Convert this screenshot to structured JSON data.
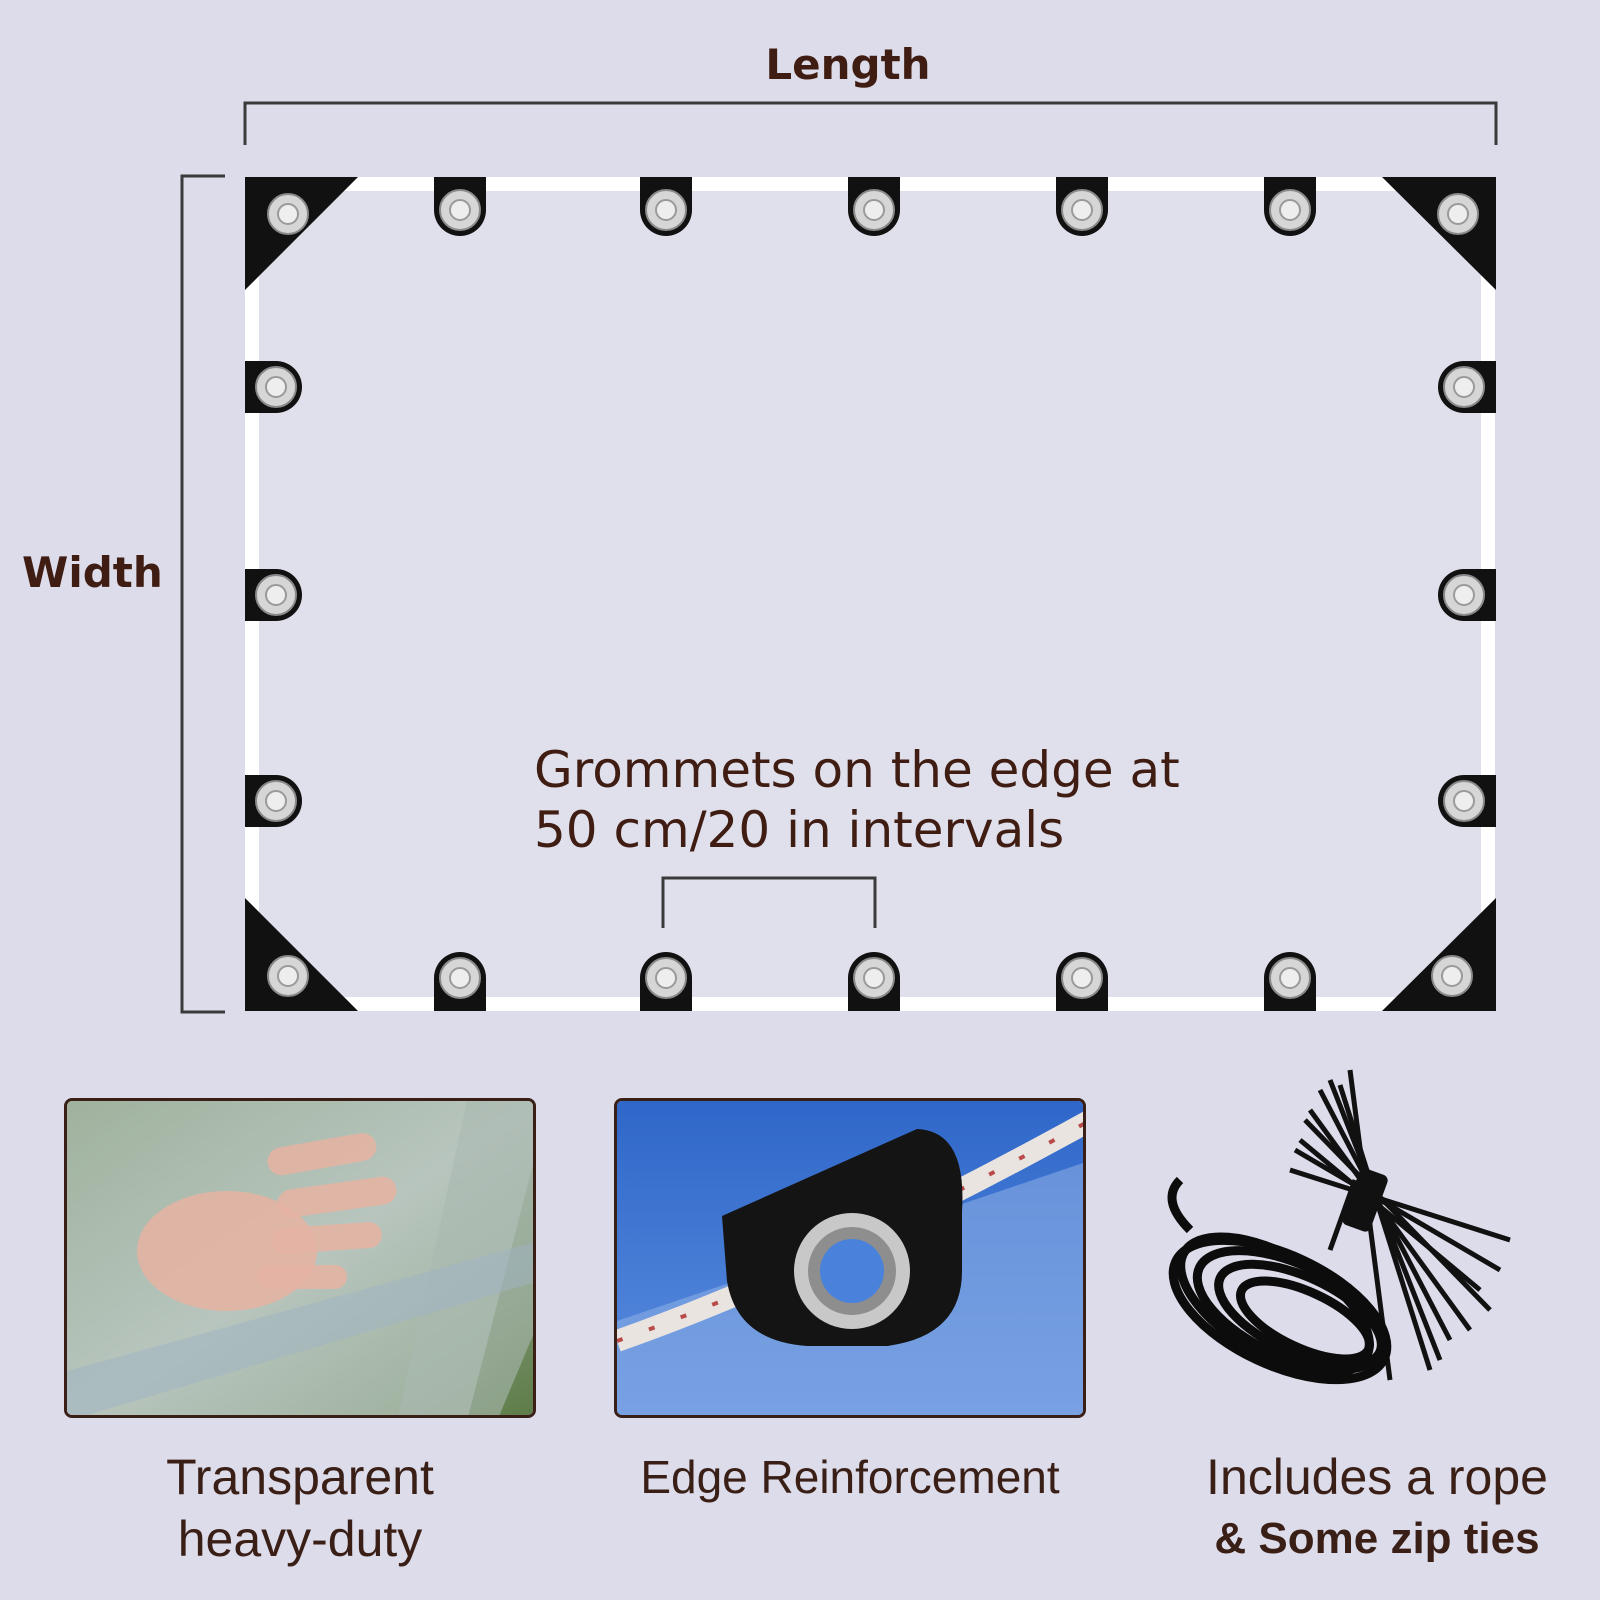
{
  "diagram": {
    "length_label": "Length",
    "width_label": "Width",
    "grommet_note_line1": "Grommets on the edge at",
    "grommet_note_line2": "50 cm/20 in intervals"
  },
  "features": [
    {
      "caption_line1": "Transparent",
      "caption_line2": "heavy-duty"
    },
    {
      "caption_line1": "Edge Reinforcement"
    },
    {
      "caption_line1": "Includes a rope",
      "caption_line2": "& Some zip ties"
    }
  ],
  "colors": {
    "background": "#dcdcea",
    "text": "#3f1d12",
    "tarp_edge": "#ffffff",
    "reinforcement": "#111111",
    "grommet": "#d6d6d6"
  }
}
